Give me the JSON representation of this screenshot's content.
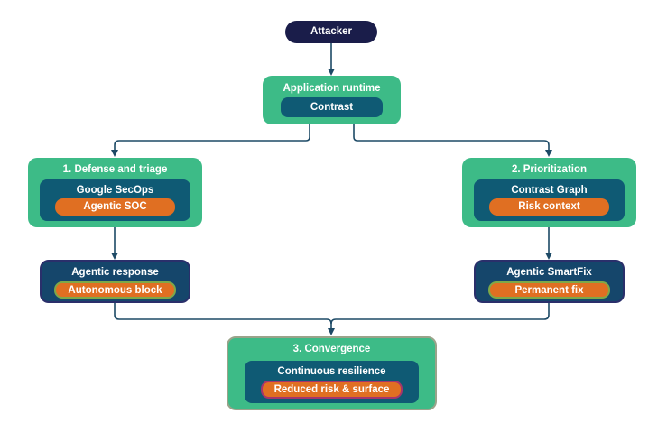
{
  "colors": {
    "attacker_fill": "#1a1d4a",
    "green_card": "#3dbb87",
    "teal_card": "#0f5a74",
    "orange_pill": "#e06f22",
    "navy_card": "#15466b",
    "connector": "#1d4a66"
  },
  "attacker": {
    "label": "Attacker"
  },
  "runtime": {
    "title": "Application runtime",
    "inner": "Contrast"
  },
  "left": {
    "title": "1. Defense and triage",
    "card": "Google SecOps",
    "pill": "Agentic SOC",
    "response": {
      "title": "Agentic response",
      "pill": "Autonomous block"
    }
  },
  "right": {
    "title": "2. Prioritization",
    "card": "Contrast Graph",
    "pill": "Risk context",
    "smartfix": {
      "title": "Agentic SmartFix",
      "pill": "Permanent fix"
    }
  },
  "convergence": {
    "title": "3. Convergence",
    "card": "Continuous resilience",
    "pill": "Reduced risk & surface"
  }
}
